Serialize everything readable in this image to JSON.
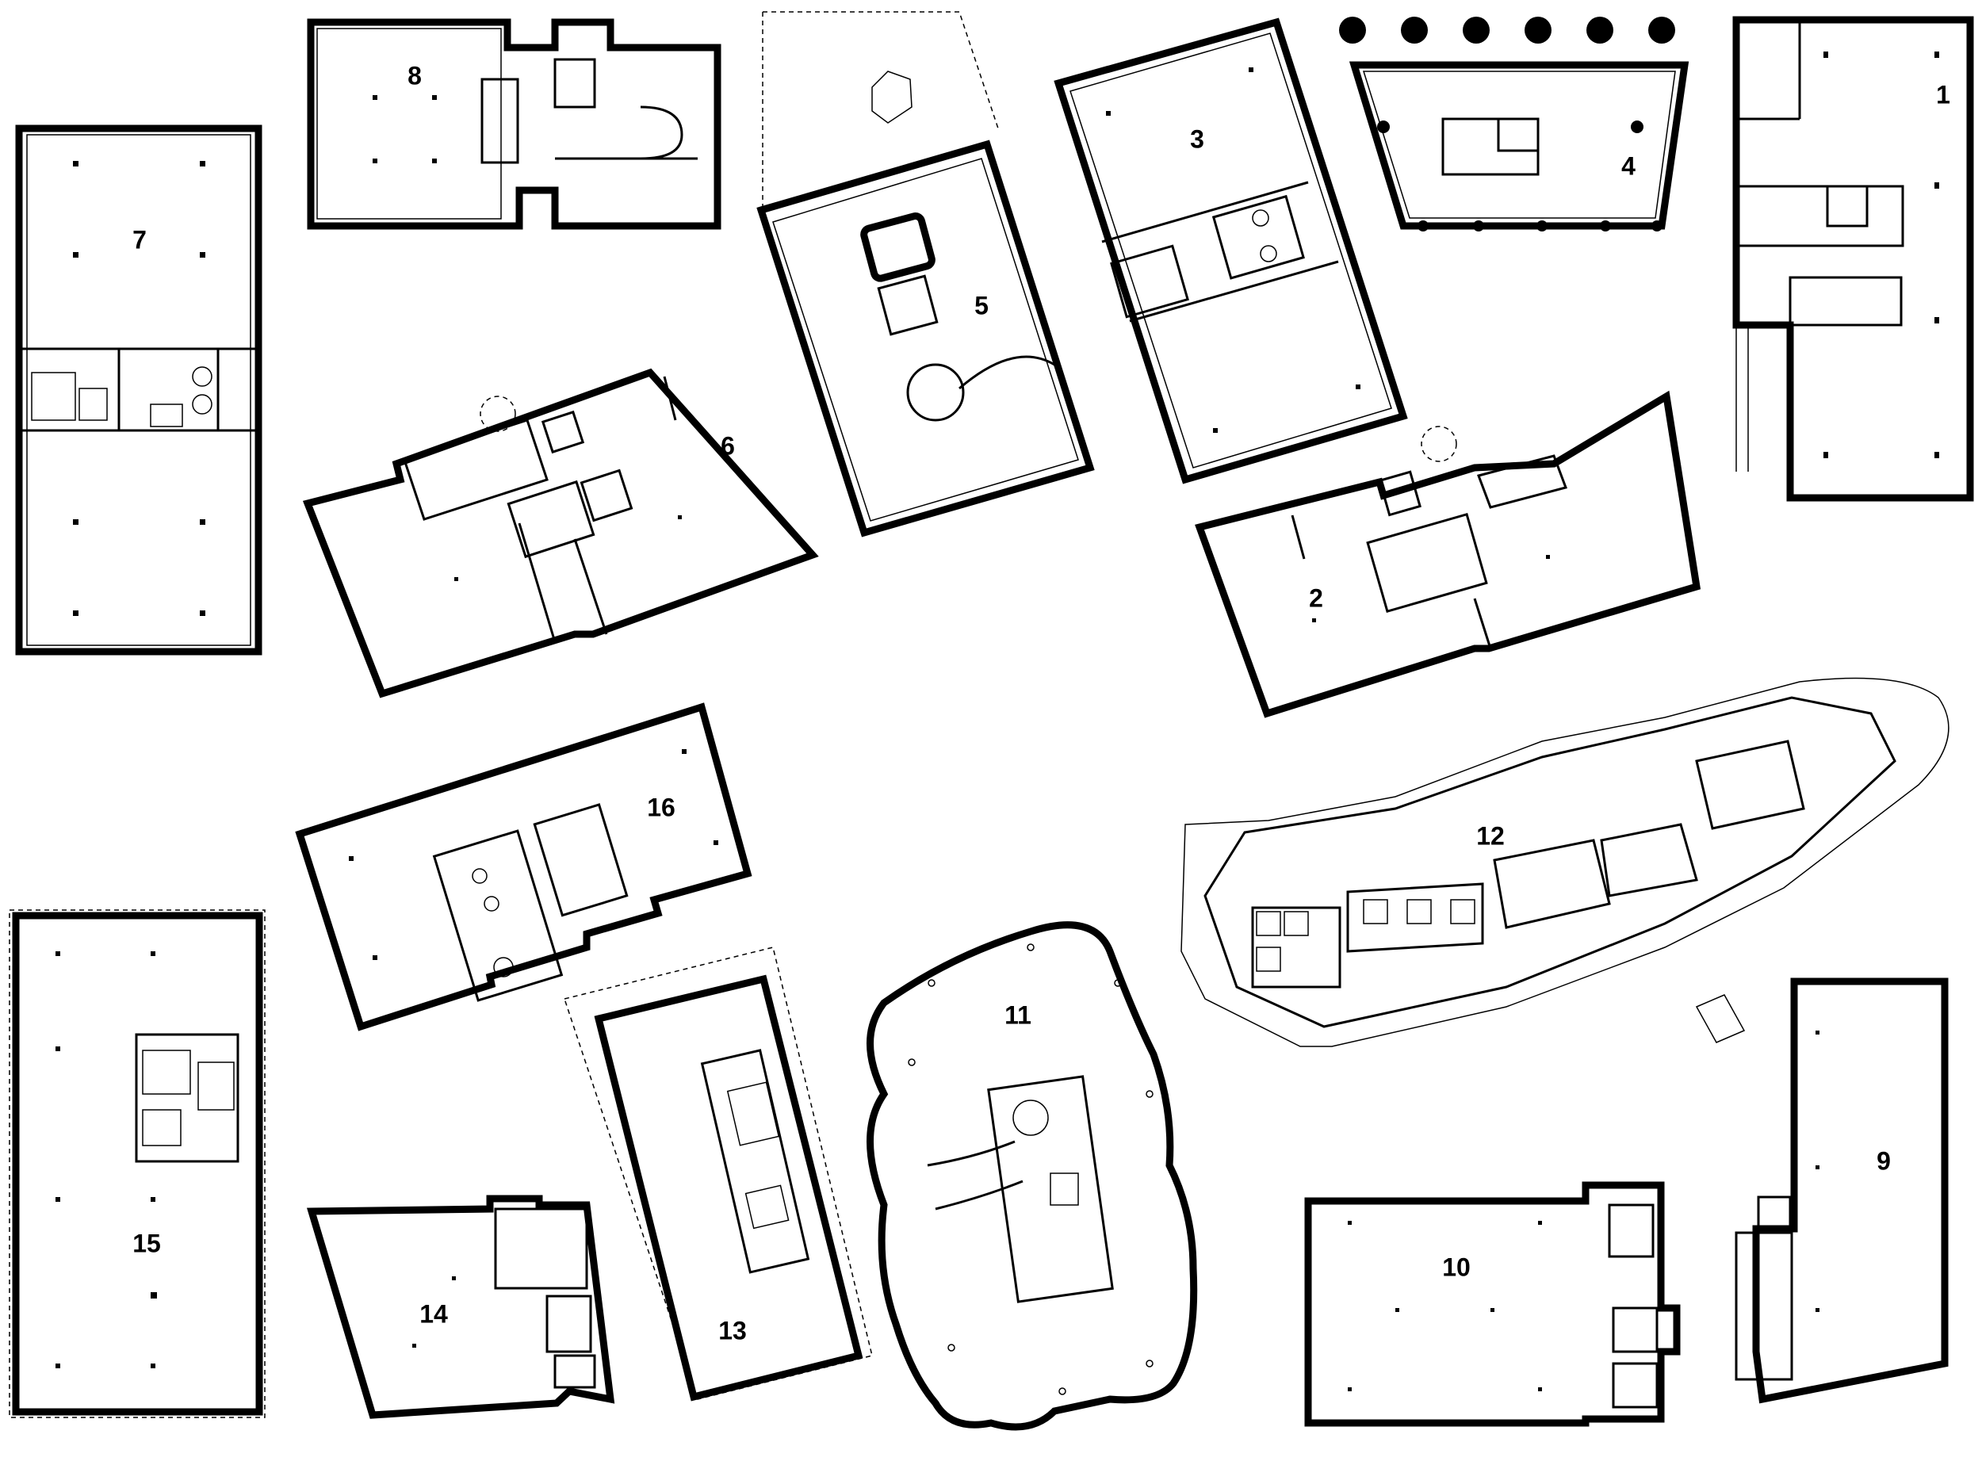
{
  "sheet": {
    "background": "#ffffff",
    "ink": "#000000"
  },
  "plans": [
    {
      "id": "plan-1",
      "label": "1"
    },
    {
      "id": "plan-2",
      "label": "2"
    },
    {
      "id": "plan-3",
      "label": "3"
    },
    {
      "id": "plan-4",
      "label": "4"
    },
    {
      "id": "plan-5",
      "label": "5"
    },
    {
      "id": "plan-6",
      "label": "6"
    },
    {
      "id": "plan-7",
      "label": "7"
    },
    {
      "id": "plan-8",
      "label": "8"
    },
    {
      "id": "plan-9",
      "label": "9"
    },
    {
      "id": "plan-10",
      "label": "10"
    },
    {
      "id": "plan-11",
      "label": "11"
    },
    {
      "id": "plan-12",
      "label": "12"
    },
    {
      "id": "plan-13",
      "label": "13"
    },
    {
      "id": "plan-14",
      "label": "14"
    },
    {
      "id": "plan-15",
      "label": "15"
    },
    {
      "id": "plan-16",
      "label": "16"
    }
  ]
}
